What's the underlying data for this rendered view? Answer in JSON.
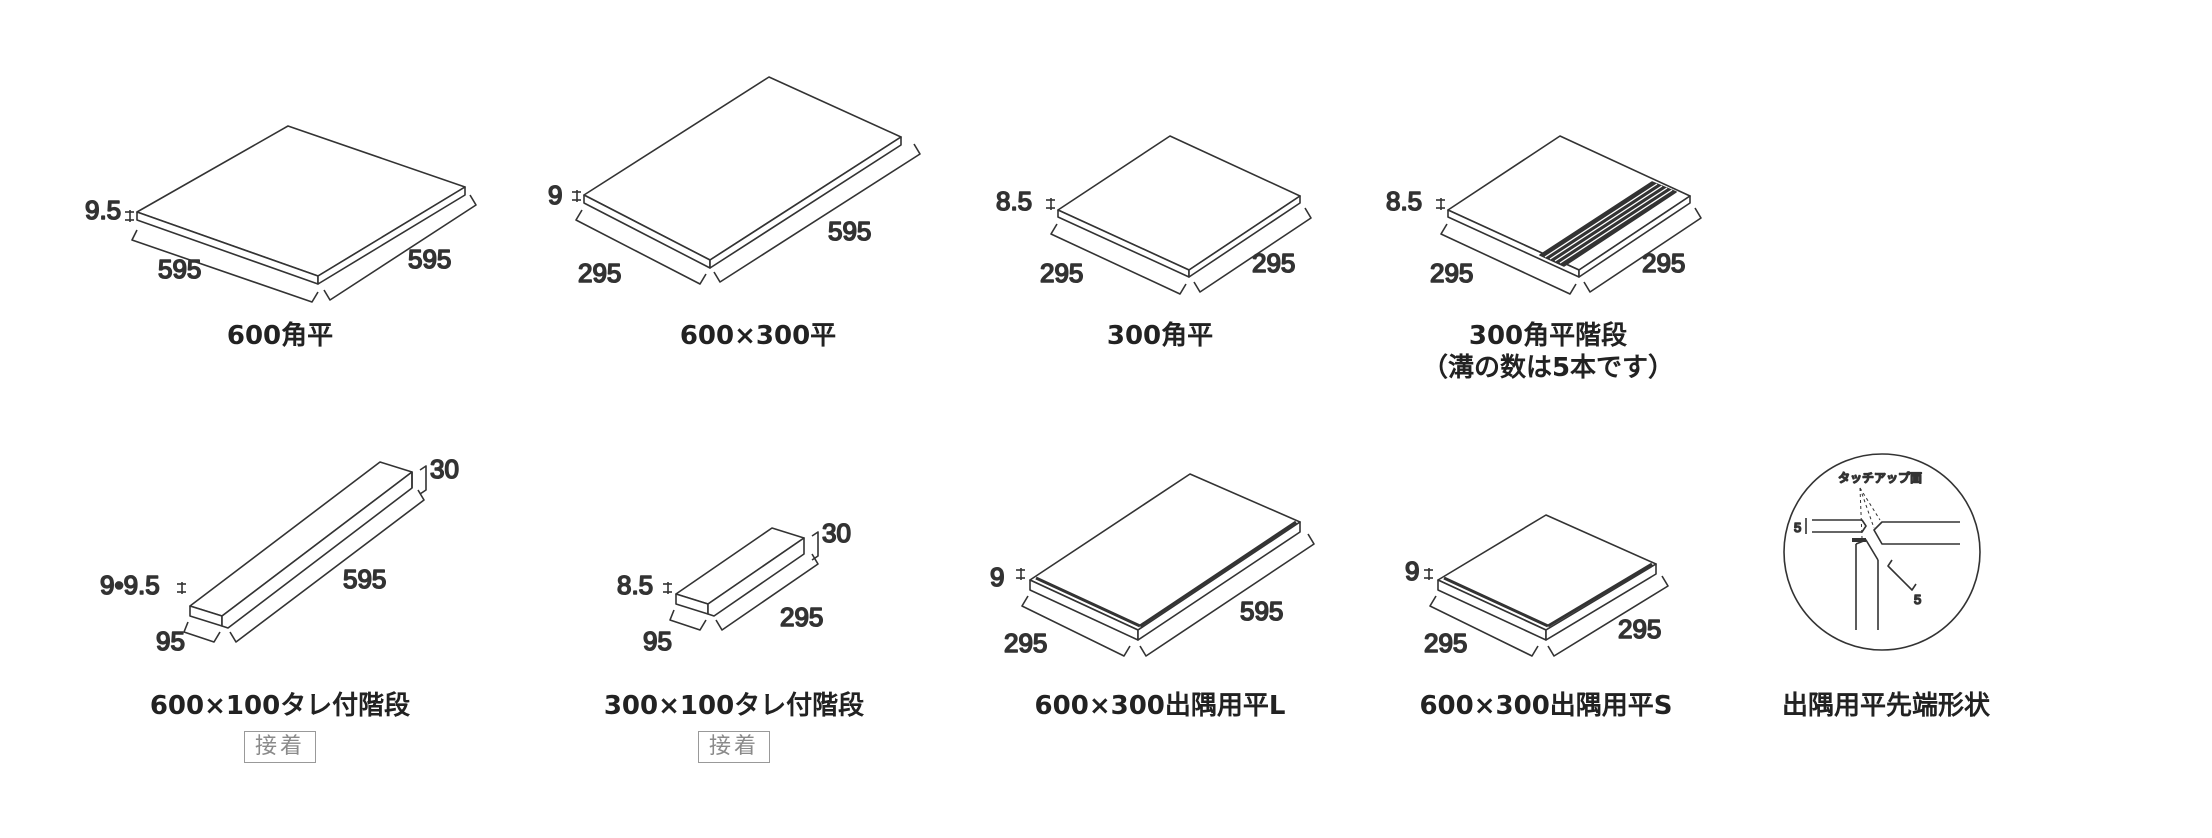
{
  "items": [
    {
      "caption": "600角平",
      "dims": {
        "thickness": "9.5",
        "left": "595",
        "right": "595"
      }
    },
    {
      "caption": "600×300平",
      "dims": {
        "thickness": "9",
        "left": "295",
        "right": "595"
      }
    },
    {
      "caption": "300角平",
      "dims": {
        "thickness": "8.5",
        "left": "295",
        "right": "295"
      }
    },
    {
      "caption": "300角平階段",
      "caption2": "（溝の数は5本です）",
      "dims": {
        "thickness": "8.5",
        "left": "295",
        "right": "295"
      }
    },
    {
      "caption": "600×100タレ付階段",
      "badge": "接着",
      "dims": {
        "thickness": "9•9.5",
        "left": "95",
        "right": "595",
        "height": "30"
      }
    },
    {
      "caption": "300×100タレ付階段",
      "badge": "接着",
      "dims": {
        "thickness": "8.5",
        "left": "95",
        "right": "295",
        "height": "30"
      }
    },
    {
      "caption": "600×300出隅用平L",
      "dims": {
        "thickness": "9",
        "left": "295",
        "right": "595"
      }
    },
    {
      "caption": "600×300出隅用平S",
      "dims": {
        "thickness": "9",
        "left": "295",
        "right": "295"
      }
    },
    {
      "caption": "出隅用平先端形状",
      "detail": {
        "label": "タッチアップ面",
        "dim_a": "5",
        "dim_b": "5"
      }
    }
  ]
}
